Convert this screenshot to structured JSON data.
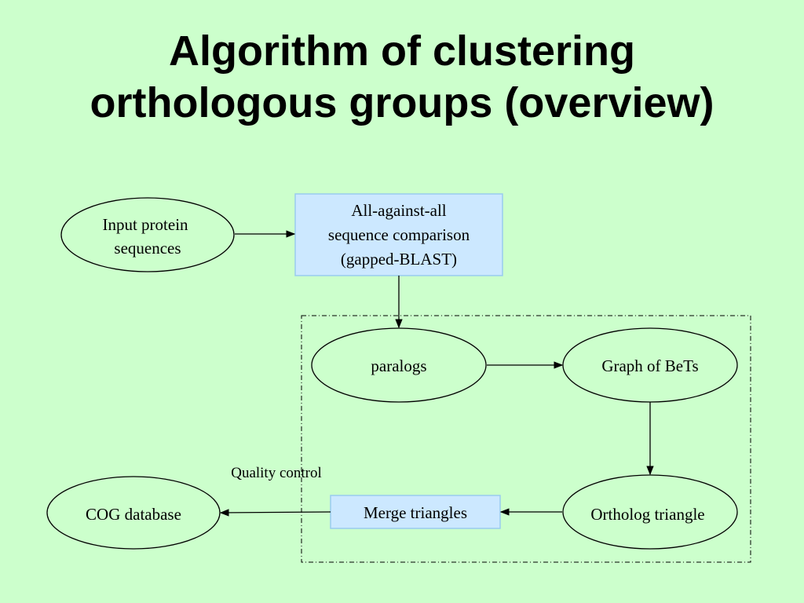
{
  "slide": {
    "title_line1": "Algorithm of clustering",
    "title_line2": "orthologous groups (overview)"
  },
  "nodes": {
    "input": {
      "line1": "Input protein",
      "line2": "sequences"
    },
    "comparison": {
      "line1": "All-against-all",
      "line2": "sequence comparison",
      "line3": "(gapped-BLAST)"
    },
    "paralogs": "paralogs",
    "graph": "Graph of BeTs",
    "ortholog_triangle": "Ortholog triangle",
    "merge": "Merge triangles",
    "cog": "COG database"
  },
  "annotations": {
    "quality_control": "Quality control"
  },
  "colors": {
    "background": "#ccffcc",
    "box_fill": "#cce8ff",
    "box_stroke": "#99ccee"
  }
}
